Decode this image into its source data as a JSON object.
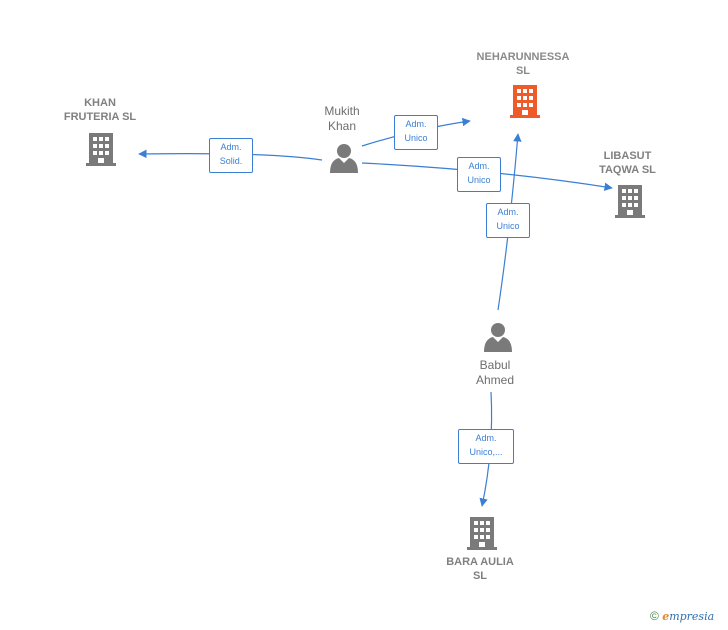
{
  "nodes": {
    "neharunnessa": {
      "label": "NEHARUNNESSA\nSL",
      "type": "company",
      "color": "#f05a28"
    },
    "khan_fruteria": {
      "label": "KHAN\nFRUTERIA  SL",
      "type": "company",
      "color": "#7a7a7a"
    },
    "libasut": {
      "label": "LIBASUT\nTAQWA  SL",
      "type": "company",
      "color": "#7a7a7a"
    },
    "bara_aulia": {
      "label": "BARA AULIA\nSL",
      "type": "company",
      "color": "#7a7a7a"
    },
    "mukith": {
      "label": "Mukith\nKhan",
      "type": "person",
      "color": "#7a7a7a"
    },
    "babul": {
      "label": "Babul\nAhmed",
      "type": "person",
      "color": "#7a7a7a"
    }
  },
  "edges": {
    "mukith_khan": {
      "label": "Adm.\nSolid."
    },
    "mukith_neha": {
      "label": "Adm.\nUnico"
    },
    "mukith_libasut": {
      "label": "Adm.\nUnico"
    },
    "babul_neha": {
      "label": "Adm.\nUnico"
    },
    "babul_bara": {
      "label": "Adm.\nUnico,..."
    }
  },
  "colors": {
    "edge": "#3a7fd4",
    "focus": "#f05a28",
    "icon": "#7a7a7a"
  },
  "footer": {
    "copyright_symbol": "©",
    "brand_first": "e",
    "brand_rest": "mpresia"
  }
}
